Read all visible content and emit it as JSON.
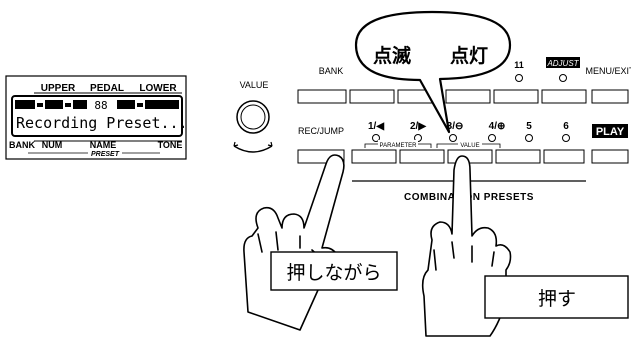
{
  "display": {
    "header": {
      "upper": "UPPER",
      "pedal": "PEDAL",
      "lower": "LOWER"
    },
    "line1_number": "88",
    "line2": "Recording Preset...",
    "footer": {
      "bank": "BANK",
      "num": "NUM",
      "name": "NAME",
      "tone": "TONE",
      "preset": "PRESET"
    }
  },
  "value_knob": {
    "label": "VALUE"
  },
  "panel": {
    "bank_label": "BANK",
    "rec_jump_label": "REC/JUMP",
    "menu_exit_label": "MENU/EXIT",
    "adjust_label": "ADJUST",
    "eleven_label": "11",
    "play_label": "PLAY",
    "parameter_label": "PARAMETER",
    "value_bracket_label": "VALUE",
    "section_title": "COMBINATION PRESETS",
    "numbered_buttons": [
      {
        "label": "1/◀"
      },
      {
        "label": "2/▶"
      },
      {
        "label": "3/⊖"
      },
      {
        "label": "4/⊕"
      },
      {
        "label": "5"
      },
      {
        "label": "6"
      }
    ]
  },
  "callout": {
    "blink": "点滅",
    "lit": "点灯"
  },
  "captions": {
    "hold": "押しながら",
    "press": "押す"
  }
}
